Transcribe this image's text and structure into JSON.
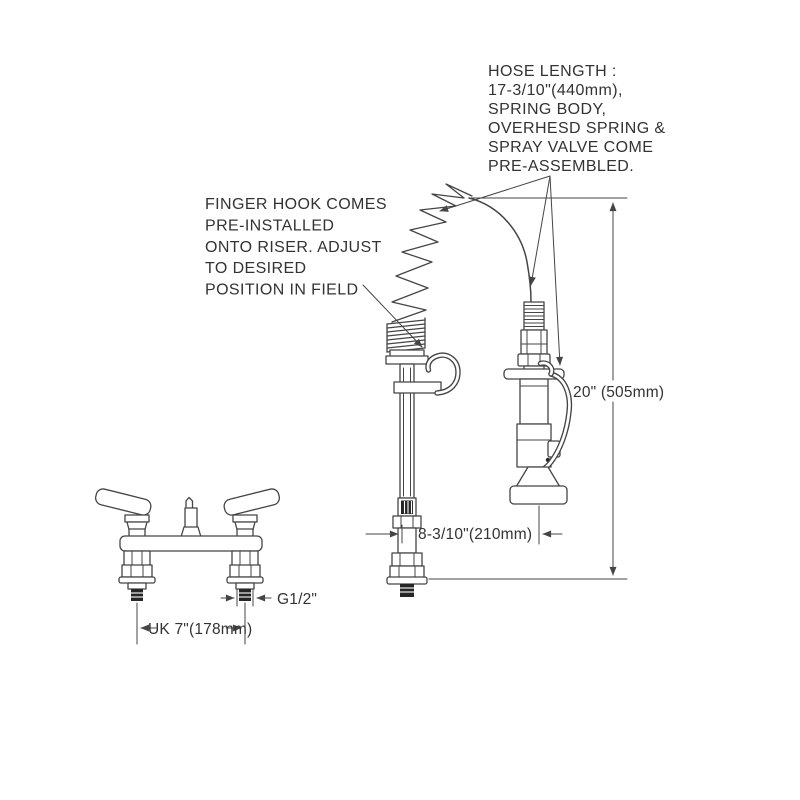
{
  "page": {
    "background": "#ffffff",
    "line_color": "#454545",
    "text_color": "#333333",
    "dark_fill": "#262626",
    "description": "Technical line drawing of a deck-mount pre-rinse faucet unit with riser, overhead spring, hose and spray valve"
  },
  "annotations": {
    "hose_note": {
      "lines": [
        "HOSE LENGTH :",
        "17-3/10\"(440mm),",
        "SPRING BODY,",
        "OVERHESD SPRING &",
        "SPRAY VALVE COME",
        "PRE-ASSEMBLED."
      ]
    },
    "finger_hook_note": {
      "lines": [
        "FINGER HOOK COMES",
        "PRE-INSTALLED",
        "ONTO RISER. ADJUST",
        "TO DESIRED",
        "POSITION IN FIELD"
      ]
    },
    "dimensions": {
      "overall_height": "20\" (505mm)",
      "riser_to_valve": "8-3/10\"(210mm)",
      "inlet_thread": "G1/2\"",
      "faucet_centers": "UK 7\"(178mm)"
    }
  }
}
